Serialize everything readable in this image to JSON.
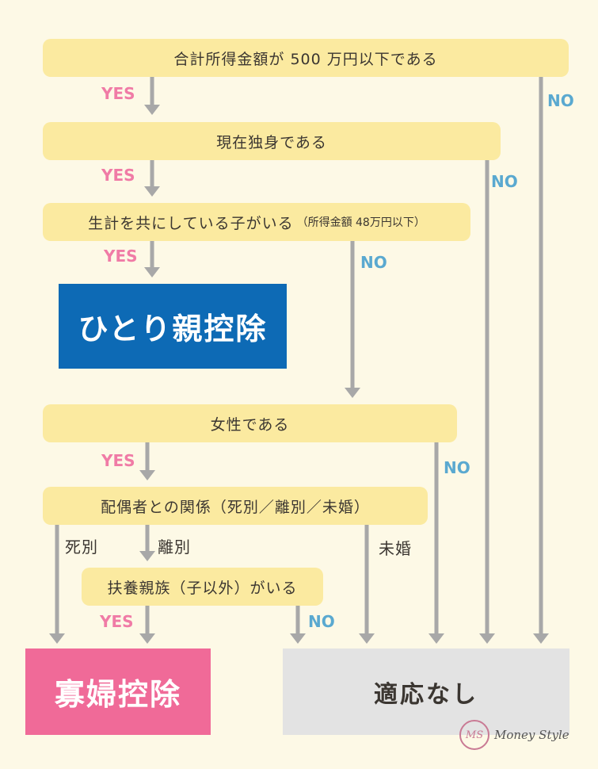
{
  "conditions": {
    "income": "合計所得金額が 500 万円以下である",
    "single": "現在独身である",
    "dependent": "生計を共にしている子がいる",
    "dependent_note": "（所得金額 48万円以下）",
    "female": "女性である",
    "relation": "配偶者との関係（死別／離別／未婚）",
    "relatives": "扶養親族（子以外）がいる"
  },
  "results": {
    "single_parent": "ひとり親控除",
    "widow": "寡婦控除",
    "none": "適応なし"
  },
  "labels": {
    "yes": "YES",
    "no": "NO",
    "death": "死別",
    "divorce": "離別",
    "unmarried": "未婚"
  },
  "logo": {
    "mark": "MS",
    "text": "Money Style"
  },
  "colors": {
    "background": "#fdf9e6",
    "condition": "#fbeaa0",
    "arrow": "#a8a8a8",
    "single_parent": "#0d6ab5",
    "widow": "#f06a98",
    "none": "#e3e3e3",
    "yes": "#f07ba6",
    "no": "#5aa9d0"
  }
}
